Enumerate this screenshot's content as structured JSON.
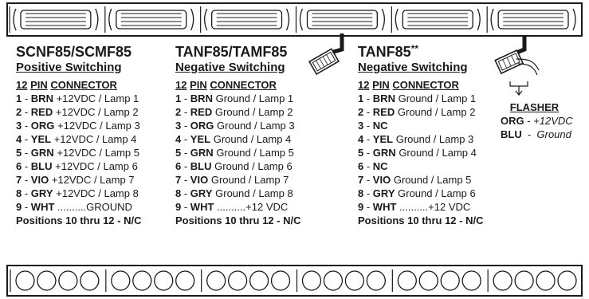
{
  "columns": [
    {
      "model": "SCNF85/SCMF85",
      "model_suffix": "",
      "switching": "Positive Switching",
      "connector_num": "12",
      "connector_pin": "PIN",
      "connector_word": "CONNECTOR",
      "pins": [
        {
          "num": "1",
          "code": "BRN",
          "desc": "+12VDC / Lamp 1"
        },
        {
          "num": "2",
          "code": "RED",
          "desc": "+12VDC / Lamp 2"
        },
        {
          "num": "3",
          "code": "ORG",
          "desc": "+12VDC / Lamp 3"
        },
        {
          "num": "4",
          "code": "YEL",
          "desc": "+12VDC / Lamp 4"
        },
        {
          "num": "5",
          "code": "GRN",
          "desc": "+12VDC / Lamp 5"
        },
        {
          "num": "6",
          "code": "BLU",
          "desc": "+12VDC / Lamp 6"
        },
        {
          "num": "7",
          "code": "VIO",
          "desc": "+12VDC / Lamp 7"
        },
        {
          "num": "8",
          "code": "GRY",
          "desc": "+12VDC / Lamp 8"
        },
        {
          "num": "9",
          "code": "WHT",
          "desc": "..........GROUND"
        }
      ],
      "footer": "Positions 10 thru 12 - N/C"
    },
    {
      "model": "TANF85/TAMF85",
      "model_suffix": "",
      "switching": "Negative Switching",
      "connector_num": "12",
      "connector_pin": "PIN",
      "connector_word": "CONNECTOR",
      "pins": [
        {
          "num": "1",
          "code": "BRN",
          "desc": "Ground / Lamp 1"
        },
        {
          "num": "2",
          "code": "RED",
          "desc": "Ground / Lamp 2"
        },
        {
          "num": "3",
          "code": "ORG",
          "desc": "Ground / Lamp 3"
        },
        {
          "num": "4",
          "code": "YEL",
          "desc": "Ground / Lamp 4"
        },
        {
          "num": "5",
          "code": "GRN",
          "desc": "Ground / Lamp 5"
        },
        {
          "num": "6",
          "code": "BLU",
          "desc": "Ground / Lamp 6"
        },
        {
          "num": "7",
          "code": "VIO",
          "desc": "Ground / Lamp 7"
        },
        {
          "num": "8",
          "code": "GRY",
          "desc": "Ground / Lamp 8"
        },
        {
          "num": "9",
          "code": "WHT",
          "desc": "..........+12 VDC"
        }
      ],
      "footer": "Positions 10 thru 12 - N/C"
    },
    {
      "model": "TANF85",
      "model_suffix": "**",
      "switching": "Negative Switching",
      "connector_num": "12",
      "connector_pin": "PIN",
      "connector_word": "CONNECTOR",
      "pins": [
        {
          "num": "1",
          "code": "BRN",
          "desc": "Ground / Lamp 1"
        },
        {
          "num": "2",
          "code": "RED",
          "desc": "Ground / Lamp 2"
        },
        {
          "num": "3",
          "code": "NC",
          "desc": ""
        },
        {
          "num": "4",
          "code": "YEL",
          "desc": "Ground / Lamp 3"
        },
        {
          "num": "5",
          "code": "GRN",
          "desc": "Ground / Lamp 4"
        },
        {
          "num": "6",
          "code": "NC",
          "desc": ""
        },
        {
          "num": "7",
          "code": "VIO",
          "desc": "Ground / Lamp 5"
        },
        {
          "num": "8",
          "code": "GRY",
          "desc": "Ground / Lamp 6"
        },
        {
          "num": "9",
          "code": "WHT",
          "desc": "..........+12 VDC"
        }
      ],
      "footer": "Positions 10 thru 12 - N/C"
    }
  ],
  "flasher": {
    "title": "FLASHER",
    "rows": [
      {
        "code": "ORG",
        "value": "+12VDC"
      },
      {
        "code": "BLU",
        "value": "Ground"
      }
    ]
  },
  "colors": {
    "ink": "#1a1a1a",
    "background": "#ffffff"
  }
}
